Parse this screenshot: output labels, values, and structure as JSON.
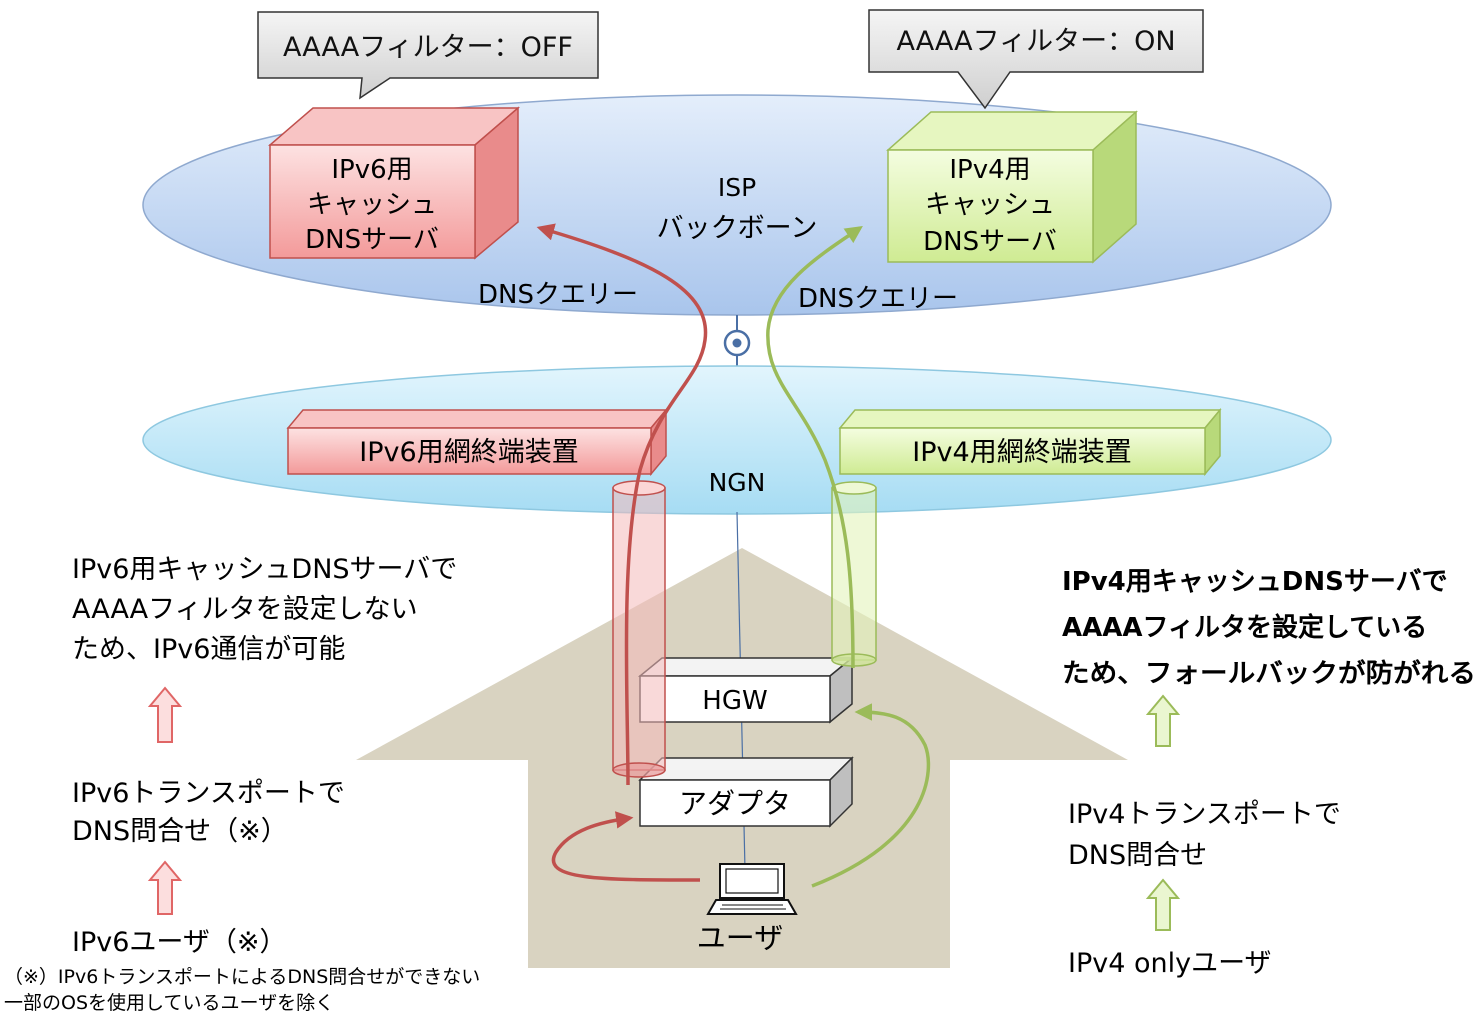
{
  "callouts": {
    "ipv6_filter": "AAAAフィルター：OFF",
    "ipv4_filter": "AAAAフィルター：ON"
  },
  "isp": {
    "label_line1": "ISP",
    "label_line2": "バックボーン"
  },
  "ngn": {
    "label": "NGN"
  },
  "servers": {
    "ipv6": {
      "line1": "IPv6用",
      "line2": "キャッシュ",
      "line3": "DNSサーバ"
    },
    "ipv4": {
      "line1": "IPv4用",
      "line2": "キャッシュ",
      "line3": "DNSサーバ"
    }
  },
  "terminals": {
    "ipv6": "IPv6用網終端装置",
    "ipv4": "IPv4用網終端装置"
  },
  "query_labels": {
    "left": "DNSクエリー",
    "right": "DNSクエリー"
  },
  "devices": {
    "hgw": "HGW",
    "adapter": "アダプタ",
    "user": "ユーザ"
  },
  "left_flow": {
    "result_line1": "IPv6用キャッシュDNSサーバで",
    "result_line2": "AAAAフィルタを設定しない",
    "result_line3": "ため、IPv6通信が可能",
    "step_line1": "IPv6トランスポートで",
    "step_line2": "DNS問合せ（※）",
    "user": "IPv6ユーザ（※）",
    "note_line1": "（※）IPv6トランスポートによるDNS問合せができない",
    "note_line2": "一部のOSを使用しているユーザを除く"
  },
  "right_flow": {
    "result_line1": "IPv4用キャッシュDNSサーバで",
    "result_line2": "AAAAフィルタを設定している",
    "result_line3": "ため、フォールバックが防がれる",
    "step_line1": "IPv4トランスポートで",
    "step_line2": "DNS問合せ",
    "user": "IPv4 onlyユーザ"
  },
  "colors": {
    "ipv6_red": "#c0504d",
    "ipv6_fill": "#f4a6a6",
    "ipv4_green": "#9bbb59",
    "ipv4_fill": "#d9f0a3",
    "isp_ellipse": "#bcd3f0",
    "ngn_ellipse": "#bfe6f7",
    "house": "#d9d3c1",
    "callout": "#d9d9d9"
  }
}
